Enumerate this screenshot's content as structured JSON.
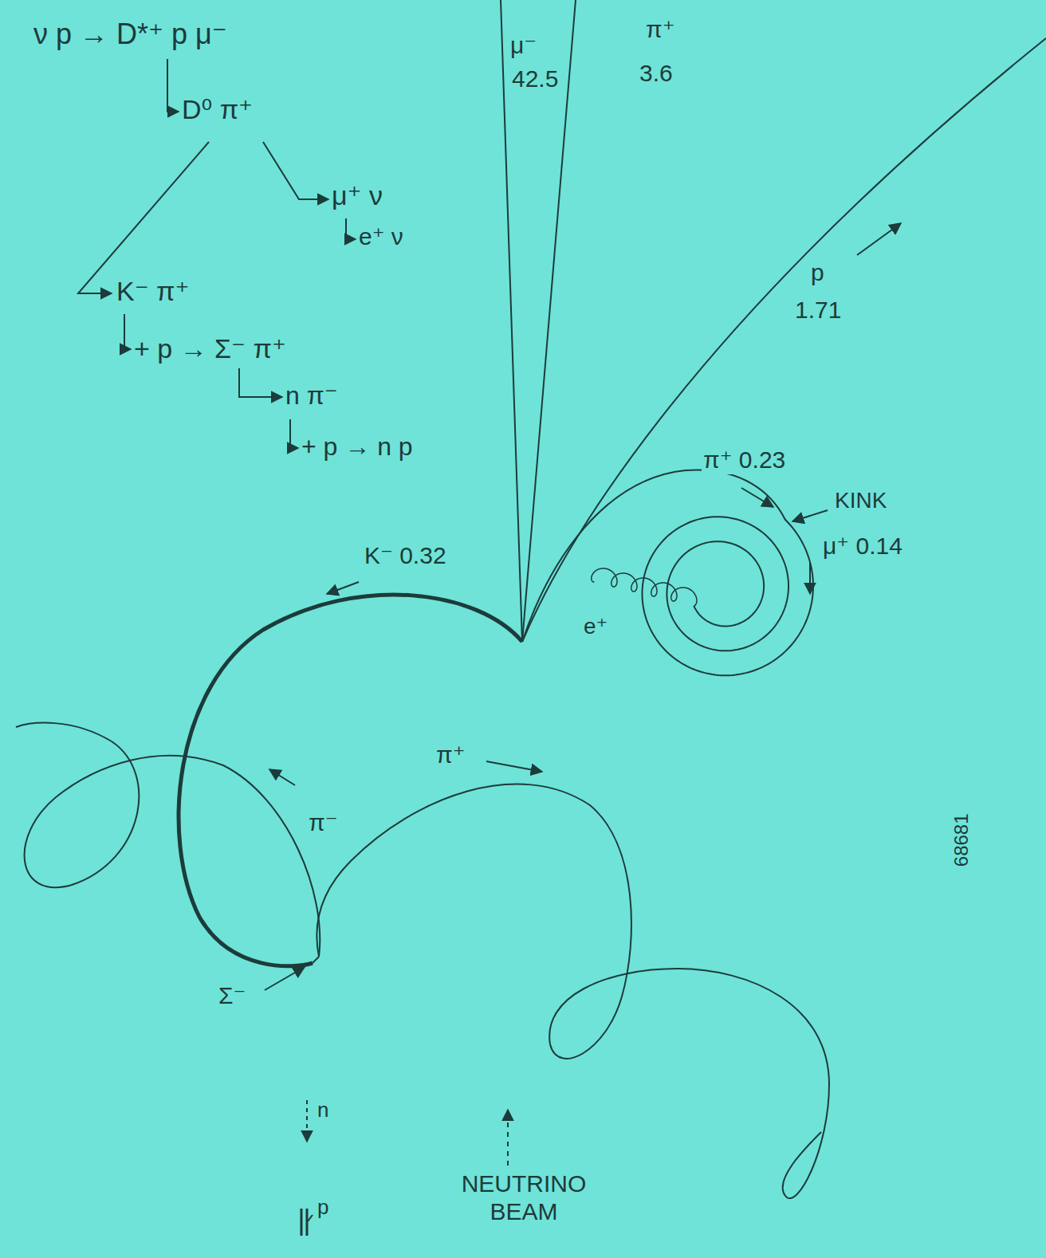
{
  "diagram": {
    "labels": [
      "ν p → D*⁺ p μ⁻",
      "D⁰ π⁺",
      "μ⁺ ν",
      "e⁺ ν",
      "K⁻ π⁺",
      "+ p → Σ⁻ π⁺",
      "n π⁻",
      "+ p → n p",
      "μ⁻",
      "42.5",
      "π⁺",
      "3.6",
      "p",
      "1.71",
      "π⁺ 0.23",
      "KINK",
      "μ⁺ 0.14",
      "e⁺",
      "K⁻ 0.32",
      "π⁻",
      "π⁺",
      "Σ⁻",
      "n",
      "p",
      "NEUTRINO BEAM",
      "68681"
    ]
  }
}
